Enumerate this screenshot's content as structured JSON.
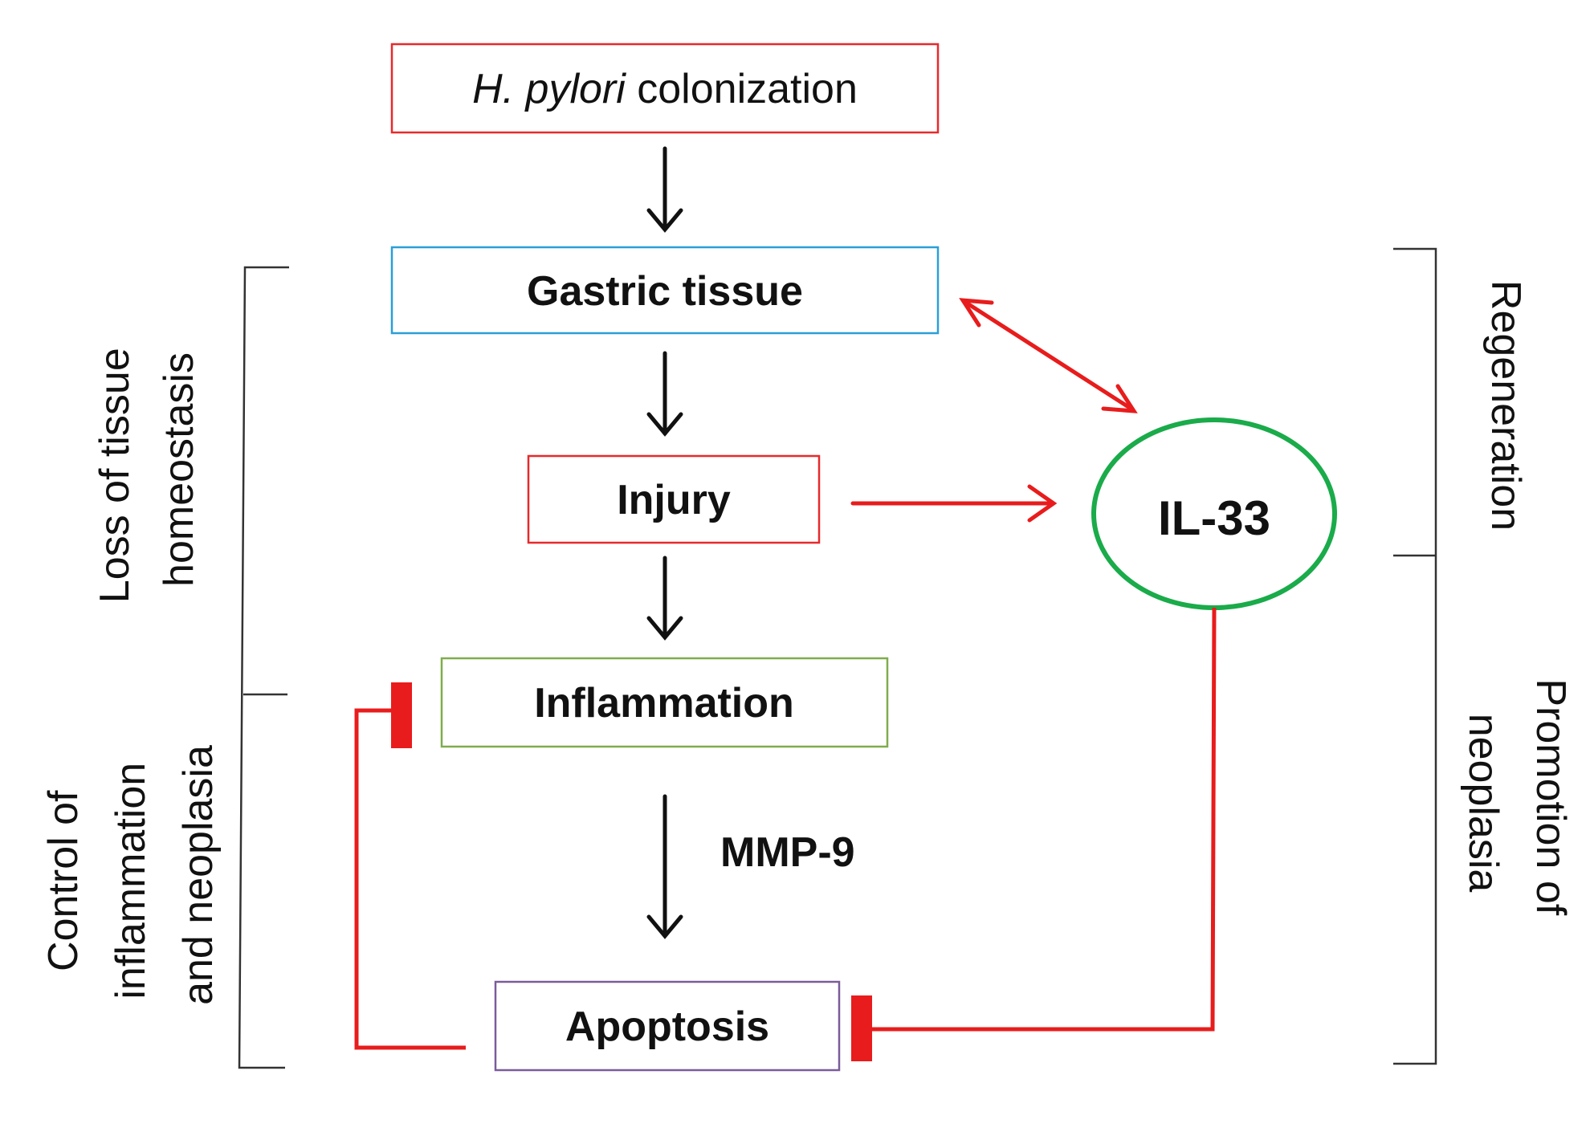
{
  "nodes": {
    "hpylori": {
      "italic": "H. pylori",
      "rest": " colonization",
      "border_color": "#e8292b"
    },
    "gastric": {
      "label": "Gastric tissue",
      "border_color": "#2a9fd8"
    },
    "injury": {
      "label": "Injury",
      "border_color": "#e8292b"
    },
    "inflammation": {
      "label": "Inflammation",
      "border_color": "#7fad4b"
    },
    "apoptosis": {
      "label": "Apoptosis",
      "border_color": "#7a5c9b"
    },
    "il33": {
      "label": "IL-33",
      "border_color": "#1aab4a"
    }
  },
  "edge_labels": {
    "mmp9": "MMP-9"
  },
  "side_labels": {
    "left_top_line1": "Loss of tissue",
    "left_top_line2": "homeostasis",
    "left_bottom_line1": "Control of",
    "left_bottom_line2": "inflammation",
    "left_bottom_line3": "and neoplasia",
    "right_top": "Regeneration",
    "right_bottom_line1": "Promotion of",
    "right_bottom_line2": "neoplasia"
  },
  "colors": {
    "arrow_black": "#111111",
    "arrow_red": "#e81c1c",
    "bracket": "#333333"
  }
}
